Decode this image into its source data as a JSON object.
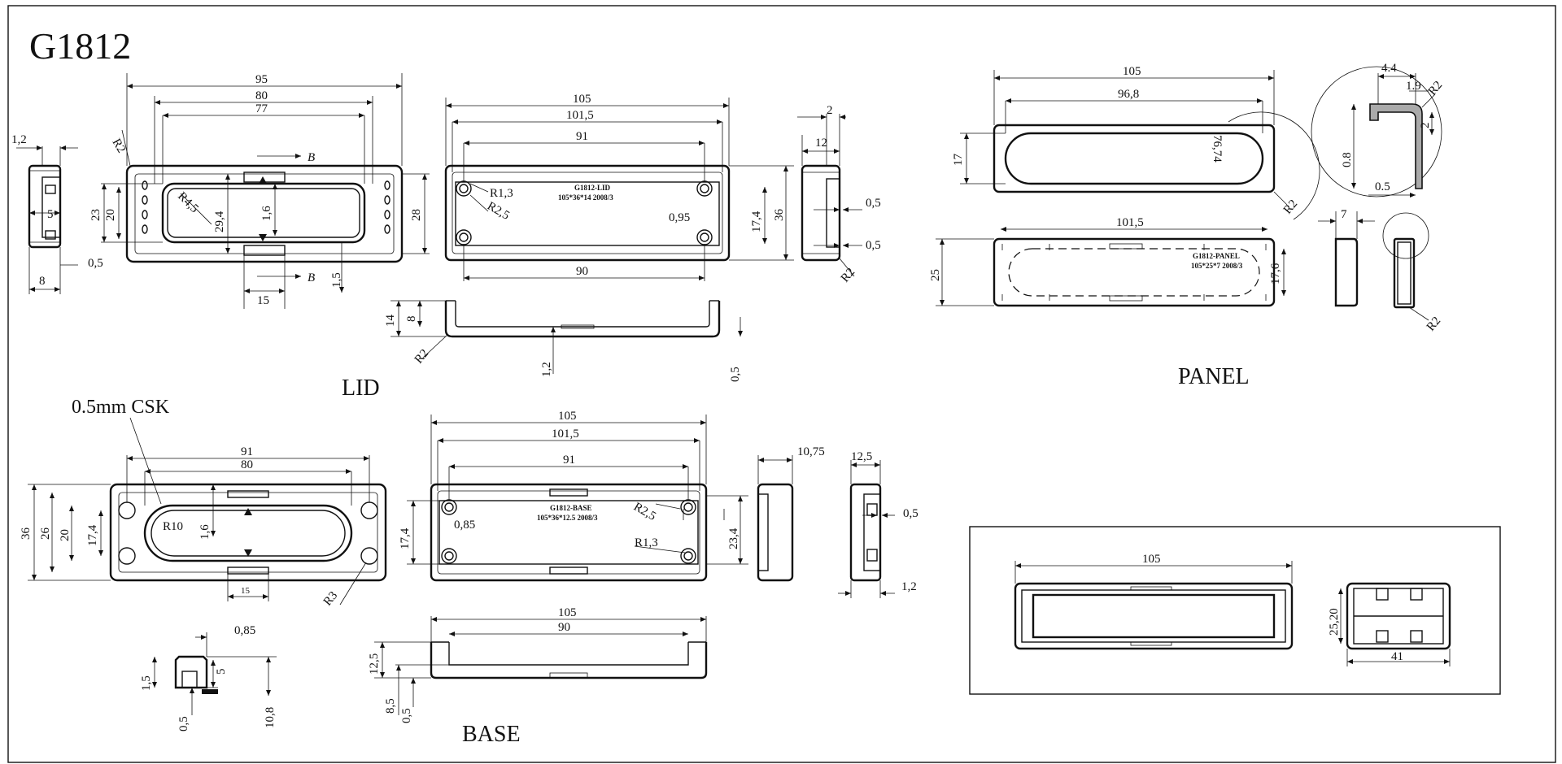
{
  "title": "G1812",
  "sections": {
    "lid": "LID",
    "panel": "PANEL",
    "base": "BASE"
  },
  "notes": {
    "csk": "0.5mm CSK"
  },
  "labels": {
    "lid_part": "G1812-LID",
    "lid_spec": "105*36*14 2008/3",
    "base_part": "G1812-BASE",
    "base_spec": "105*36*12.5 2008/3",
    "panel_part": "G1812-PANEL",
    "panel_spec": "105*25*7 2008/3",
    "section_b": "B"
  },
  "dims": {
    "lid_side_1_2": "1,2",
    "lid_side_5": "5",
    "lid_side_0_5": "0,5",
    "lid_side_8": "8",
    "lid_95": "95",
    "lid_80": "80",
    "lid_77": "77",
    "lid_r2": "R2",
    "lid_r4_5": "R4,5",
    "lid_23": "23",
    "lid_20": "20",
    "lid_29_4": "29,4",
    "lid_1_6": "1,6",
    "lid_28": "28",
    "lid_15": "15",
    "lid_1_5": "1,5",
    "lidt_105": "105",
    "lidt_101_5": "101,5",
    "lidt_91": "91",
    "lidt_r1_3": "R1,3",
    "lidt_r2_5": "R2,5",
    "lidt_0_95": "0,95",
    "lidt_17_4": "17,4",
    "lidt_36": "36",
    "lidt_90": "90",
    "lide_2": "2",
    "lide_12": "12",
    "lide_0_5a": "0,5",
    "lide_0_5b": "0,5",
    "lide_r2": "R2",
    "lids_14": "14",
    "lids_8": "8",
    "lids_r2": "R2",
    "lids_1_2": "1,2",
    "lids_0_5": "0,5",
    "pan_105": "105",
    "pan_96_8": "96,8",
    "pan_17": "17",
    "pan_76_74": "76,74",
    "pan_r2a": "R2",
    "pan_101_5": "101,5",
    "pan_25": "25",
    "pan_17_6": "17,6",
    "pan_7": "7",
    "pan_r2b": "R2",
    "det_4_4": "4.4",
    "det_1_9": "1.9",
    "det_r2": "R2",
    "det_2": "2",
    "det_0_8": "0.8",
    "det_0_5": "0.5",
    "base_91": "91",
    "base_80": "80",
    "base_36": "36",
    "base_26": "26",
    "base_20": "20",
    "base_17_4": "17,4",
    "base_r10": "R10",
    "base_1_6": "1,6",
    "base_15": "15",
    "base_r3": "R3",
    "baset_105": "105",
    "baset_101_5": "101,5",
    "baset_91": "91",
    "baset_17_4": "17,4",
    "baset_0_85": "0,85",
    "baset_r2_5": "R2,5",
    "baset_r1_3": "R1,3",
    "baset_23_4": "23,4",
    "basee_10_75": "10,75",
    "basee_12_5": "12,5",
    "basee_0_5": "0,5",
    "basee_1_2": "1,2",
    "bases_105": "105",
    "bases_90": "90",
    "bases_12_5": "12,5",
    "bases_8_5": "8,5",
    "bases_0_5": "0,5",
    "det2_0_85": "0,85",
    "det2_5": "5",
    "det2_1_5": "1,5",
    "det2_0_5": "0,5",
    "det2_10_8": "10,8",
    "asm_105": "105",
    "asm_25_20": "25,20",
    "asm_41": "41"
  }
}
